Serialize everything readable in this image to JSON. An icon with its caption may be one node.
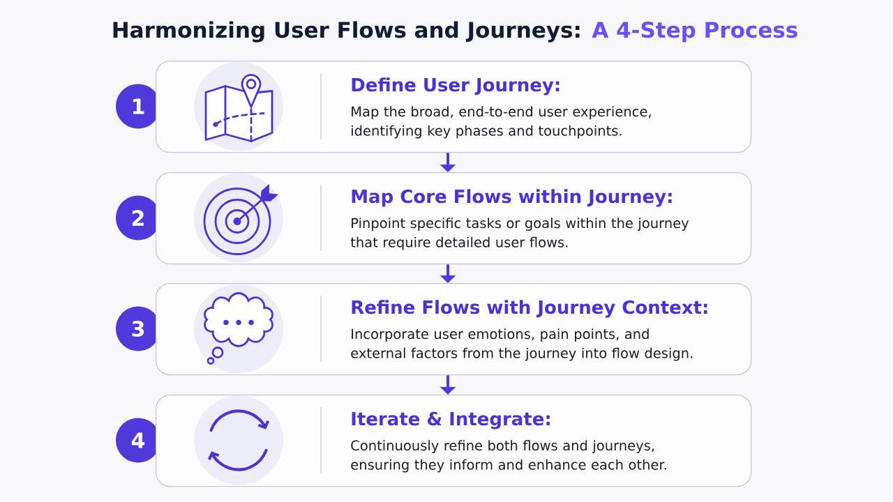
{
  "diagram": {
    "title": "Harmonizing User Flows and Journeys: A 4-Step Process",
    "nodes": [
      {
        "text": [
          "1"
        ]
      },
      {
        "text": [
          "Define User Journey:",
          "Map the broad, end-to-end user experience, identifying key phases and touchpoints."
        ]
      },
      {
        "text": [
          "2"
        ]
      },
      {
        "text": [
          "Map Core Flows within Journey:",
          "Pinpoint specific tasks or goals within the journey that require detailed user flows."
        ]
      },
      {
        "text": [
          "3"
        ]
      },
      {
        "text": [
          "Refine Flows with Journey Context:",
          "Incorporate user emotions, pain points, and external factors from the journey into flow design."
        ]
      },
      {
        "text": [
          "4"
        ]
      },
      {
        "text": [
          "Iterate & Integrate:",
          "Continuously refine both flows and journeys, ensuring they inform and enhance each other."
        ]
      }
    ],
    "edges": [
      {
        "from": 1,
        "to": 3,
        "arrow": "to"
      },
      {
        "from": 3,
        "to": 5,
        "arrow": "to"
      },
      {
        "from": 5,
        "to": 7,
        "arrow": "to"
      }
    ]
  }
}
